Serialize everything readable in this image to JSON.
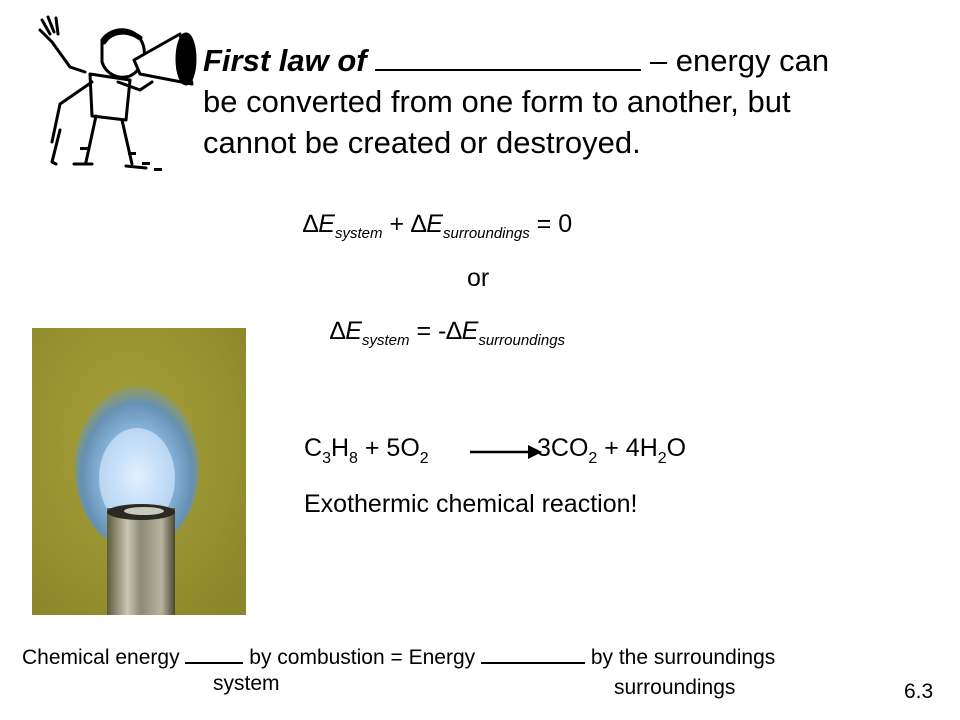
{
  "title": {
    "lead": "First law of",
    "rest1": " – energy can",
    "line2": "be converted from one form to another, but",
    "line3": "cannot be created or destroyed."
  },
  "equation1": {
    "delta": "∆",
    "e": "E",
    "sub_system": "system",
    "plus": " + ",
    "sub_surroundings": "surroundings",
    "equals_zero": " = 0"
  },
  "or_text": "or",
  "equation2": {
    "equals_neg": " = -"
  },
  "reaction": {
    "left": "C3H8 + 5O2",
    "right": "3CO2 + 4H2O",
    "note": "Exothermic chemical reaction!"
  },
  "footer": {
    "part1": "Chemical energy",
    "part2": "by combustion = Energy",
    "part3": "by the surroundings",
    "below1": "system",
    "below2": "surroundings"
  },
  "slide_number": "6.3"
}
